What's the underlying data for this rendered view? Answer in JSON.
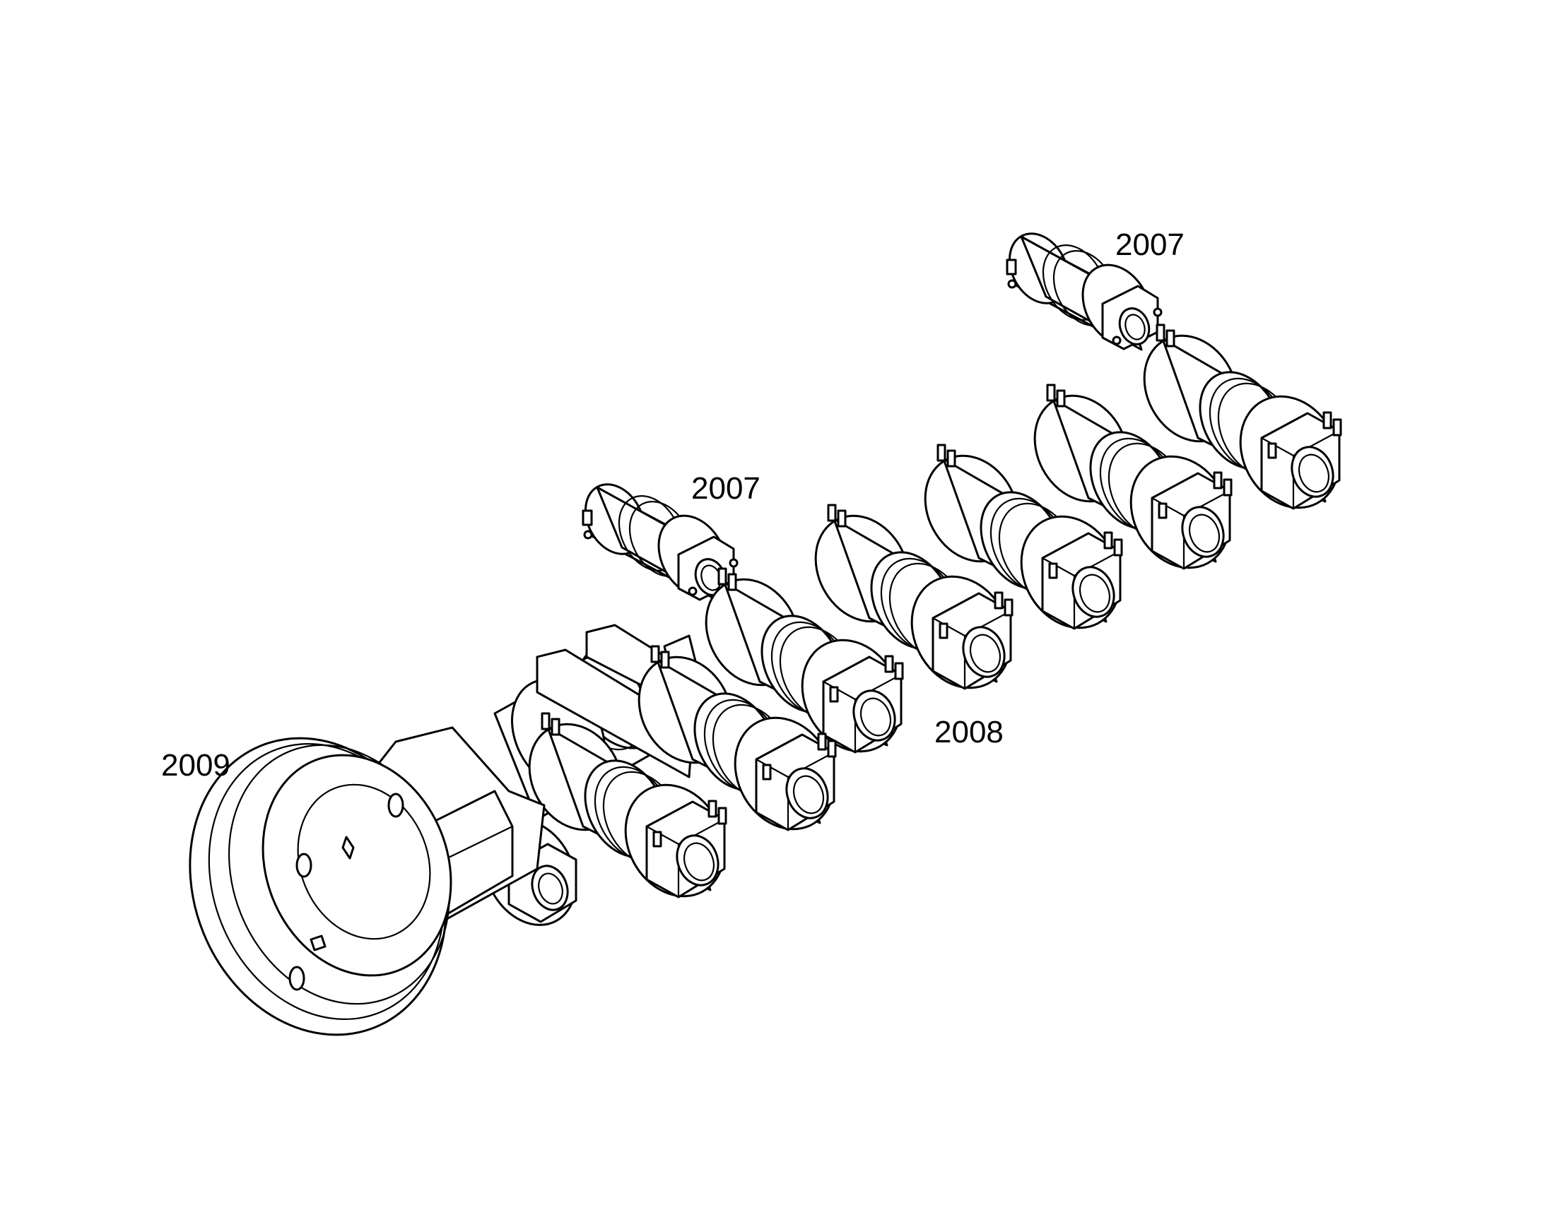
{
  "labels": {
    "carrier_roller_upper": "2007",
    "carrier_roller_lower": "2007",
    "track_roller": "2008",
    "idler": "2009"
  },
  "colors": {
    "line": "#000000",
    "background": "#ffffff"
  }
}
